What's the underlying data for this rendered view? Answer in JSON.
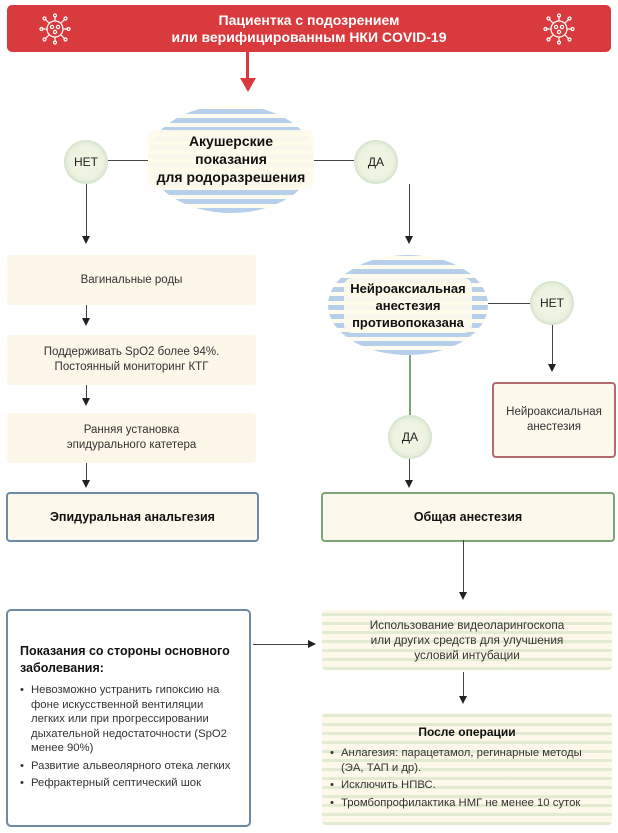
{
  "header": {
    "title_line1": "Пациентка с подозрением",
    "title_line2": "или верифицированным НКИ COVID-19",
    "icon": "virus-icon",
    "color": "#d93a3d"
  },
  "decision1": {
    "line1": "Акушерские показания",
    "line2": "для родоразрешения",
    "no_label": "НЕТ",
    "yes_label": "ДА"
  },
  "left_branch": {
    "step1": "Вагинальные роды",
    "step2_line1": "Поддерживать SpO2 более 94%.",
    "step2_line2": "Постоянный мониторинг КТГ",
    "step3_line1": "Ранняя установка",
    "step3_line2": "эпидурального катетера",
    "result": "Эпидуральная анальгезия"
  },
  "decision2": {
    "line1": "Нейроаксиальная",
    "line2": "анестезия",
    "line3": "противопоказана",
    "no_label": "НЕТ",
    "yes_label": "ДА"
  },
  "neuraxial_box": {
    "line1": "Нейроаксиальная",
    "line2": "анестезия"
  },
  "general_anesthesia": "Общая анестезия",
  "videolaryngoscope": {
    "line1": "Использование видеоларингоскопа",
    "line2": "или других средств для улучшения",
    "line3": "условий интубации"
  },
  "indications": {
    "title_line1": "Показания со стороны основного",
    "title_line2": "заболевания:",
    "items": [
      "Невозможно устранить гипоксию на фоне искусственной вентиляции легких или при прогрессировании дыхательной недостаточности (SpO2 менее 90%)",
      "Развитие альвеолярного отека легких",
      "Рефрактерный септический шок"
    ]
  },
  "post_op": {
    "title": "После операции",
    "items": [
      "Анлагезия: парацетамол, регинарные методы (ЭА, ТАП и др).",
      "Исключить НПВС.",
      "Тромбопрофилактика НМГ не менее 10 суток"
    ]
  }
}
